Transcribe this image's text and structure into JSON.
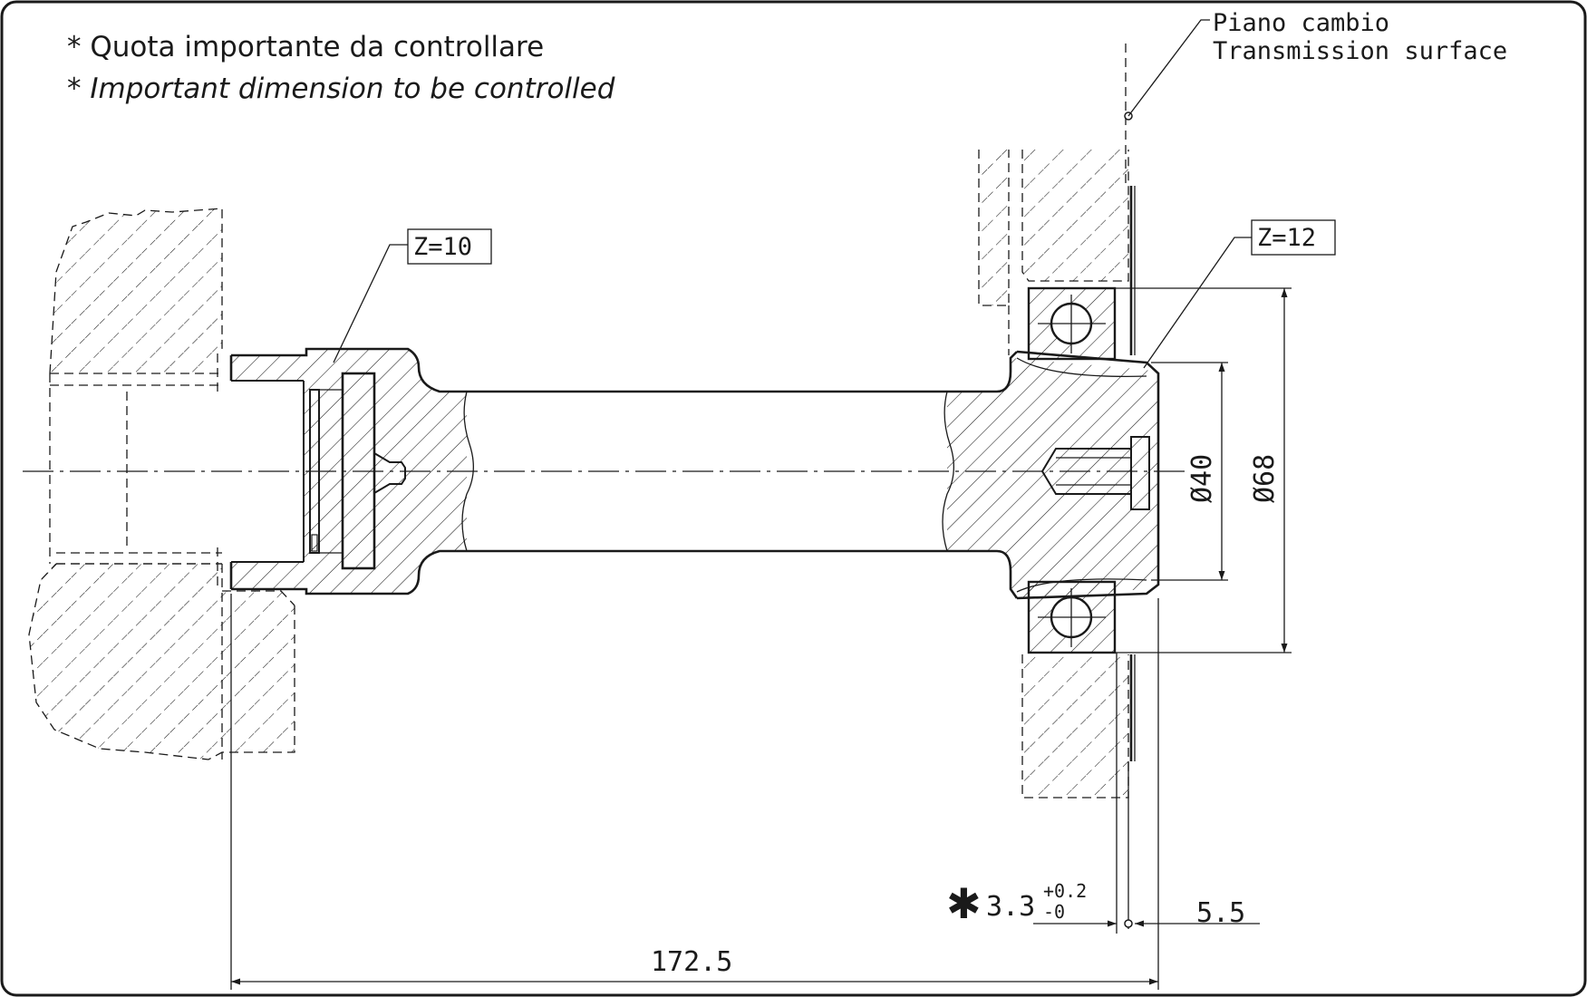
{
  "notes": {
    "line1": "* Quota importante da controllare",
    "line2": "* Important dimension to be controlled"
  },
  "callouts": {
    "surface_it": "Piano cambio",
    "surface_en": "Transmission surface",
    "z_left": "Z=10",
    "z_right": "Z=12"
  },
  "dimensions": {
    "d40": "Ø40",
    "d68": "Ø68",
    "overall": "172.5",
    "offset": "5.5",
    "critical_star": "✱",
    "critical_base": "3.3",
    "critical_upper": "+0.2",
    "critical_lower": "-0"
  },
  "colors": {
    "ink": "#1a1a1a",
    "background": "#ffffff"
  }
}
